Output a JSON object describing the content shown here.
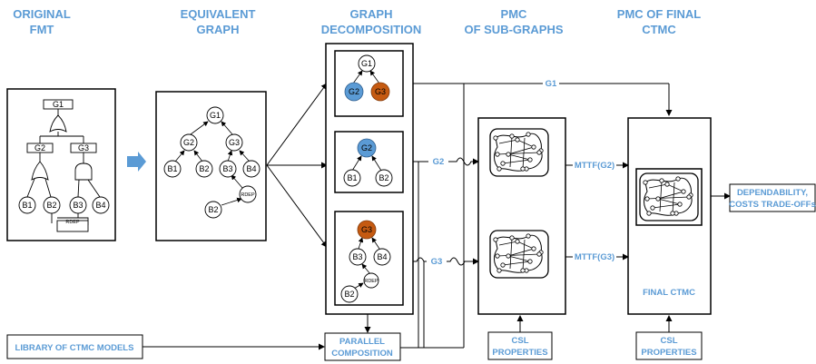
{
  "headers": {
    "original_fmt": [
      "ORIGINAL",
      "FMT"
    ],
    "equivalent_graph": [
      "EQUIVALENT",
      "GRAPH"
    ],
    "graph_decomposition": [
      "GRAPH",
      "DECOMPOSITION"
    ],
    "pmc_subgraphs": [
      "PMC",
      "OF SUB-GRAPHS"
    ],
    "pmc_final": [
      "PMC OF FINAL",
      "CTMC"
    ]
  },
  "fmt": {
    "top": "G1",
    "gates": [
      "G2",
      "G3"
    ],
    "basic_events": [
      "B1",
      "B2",
      "B3",
      "B4"
    ],
    "rdep": "RDEP"
  },
  "equivalent_graph": {
    "nodes": [
      "G1",
      "G2",
      "G3",
      "B1",
      "B2",
      "B3",
      "B4",
      "RDEP",
      "B2"
    ]
  },
  "decomposition": {
    "sub1": [
      "G1",
      "G2",
      "G3"
    ],
    "sub2": [
      "G2",
      "B1",
      "B2"
    ],
    "sub3": [
      "G3",
      "B3",
      "B4",
      "RDEP",
      "B2"
    ]
  },
  "connectors": {
    "g1": "G1",
    "g2": "G2",
    "g3": "G3",
    "mttf_g2": "MTTF(G2)",
    "mttf_g3": "MTTF(G3)"
  },
  "boxes": {
    "library": "LIBRARY OF CTMC MODELS",
    "parallel": [
      "PARALLEL",
      "COMPOSITION"
    ],
    "csl1": [
      "CSL",
      "PROPERTIES"
    ],
    "csl2": [
      "CSL",
      "PROPERTIES"
    ],
    "final_ctmc": "FINAL CTMC",
    "output": [
      "DEPENDABILITY,",
      "COSTS TRADE-OFFs"
    ]
  },
  "colors": {
    "accent": "#5b9bd5",
    "g2_fill": "#5b9bd5",
    "g3_fill": "#c55a11"
  }
}
